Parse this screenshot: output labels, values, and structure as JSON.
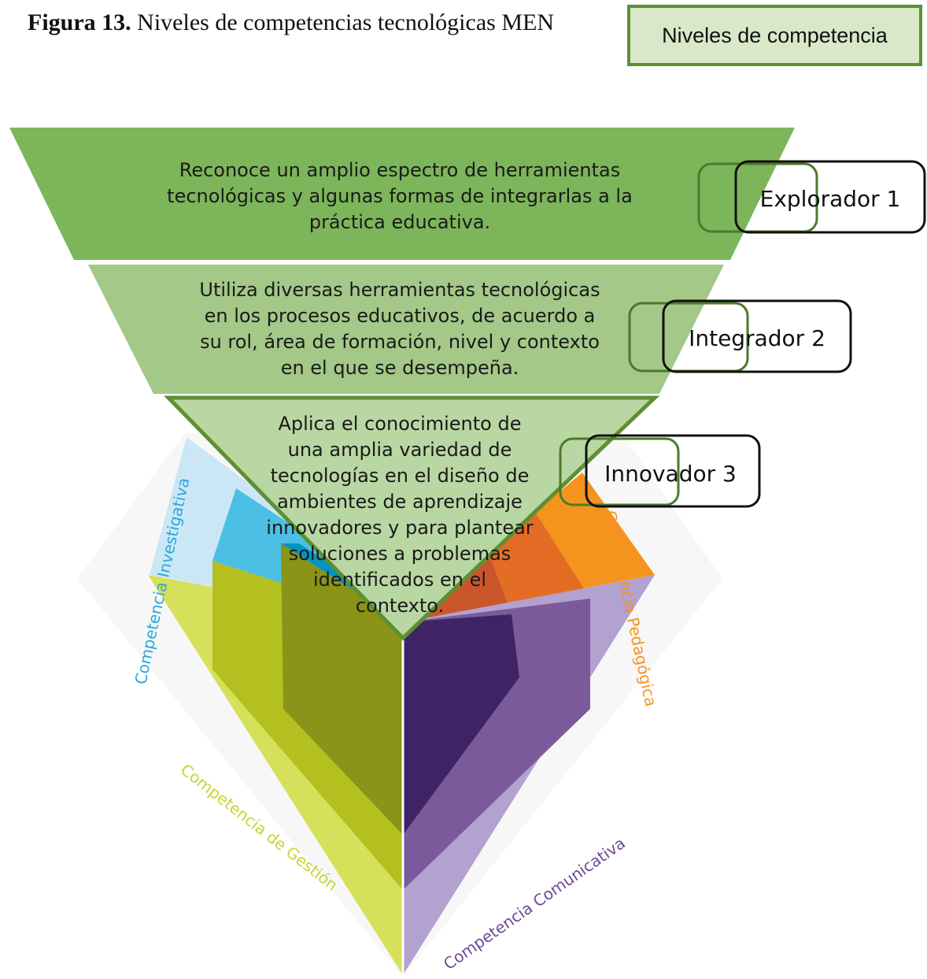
{
  "caption": {
    "label": "Figura 13.",
    "text": " Niveles de competencias tecnológicas MEN"
  },
  "legend": {
    "label": "Niveles de competencia"
  },
  "levels": [
    {
      "name": "Explorador 1",
      "description_lines": [
        "Reconoce un amplio espectro de herramientas",
        "tecnológicas y algunas formas de integrarlas a la",
        "práctica educativa."
      ]
    },
    {
      "name": "Integrador 2",
      "description_lines": [
        "Utiliza diversas herramientas tecnológicas",
        "en los procesos educativos, de acuerdo a",
        "su rol, área de formación, nivel y contexto",
        "en el que se desempeña."
      ]
    },
    {
      "name": "Innovador 3",
      "description_lines": [
        "Aplica el conocimiento de",
        "una amplia variedad de",
        "tecnologías en el diseño de",
        "ambientes de aprendizaje",
        "innovadores y para plantear",
        "soluciones a problemas",
        "identificados en el",
        "contexto."
      ]
    }
  ],
  "competencies": {
    "investigativa": "Competencia Investigativa",
    "pedagogica": "Competencia Pedagógica",
    "gestion": "Competencia de Gestión",
    "comunicativa": "Competencia Comunicativa"
  },
  "colors": {
    "level1": "#7db55a",
    "level2": "#a3c888",
    "level3": "#b9d7a3",
    "border_green": "#5e8f33",
    "investigativa": [
      "#cbe7f6",
      "#4bbfe4",
      "#0095c2"
    ],
    "pedagogica": [
      "#f4941f",
      "#e46d26",
      "#c9562b"
    ],
    "gestion": [
      "#d6e05a",
      "#b3c01f",
      "#8a9418"
    ],
    "comunicativa": [
      "#b3a1cf",
      "#7b5a9c",
      "#3e2464"
    ]
  }
}
